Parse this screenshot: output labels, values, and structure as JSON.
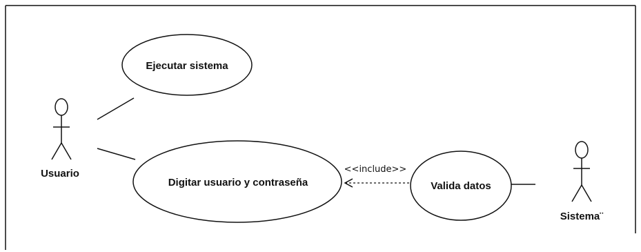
{
  "actors": {
    "usuario": {
      "label": "Usuario"
    },
    "sistema": {
      "label": "Sistema¨"
    }
  },
  "use_cases": {
    "ejecutar": {
      "label": "Ejecutar sistema"
    },
    "digitar": {
      "label": "Digitar usuario y contraseña"
    },
    "valida": {
      "label": "Valida datos"
    }
  },
  "relations": {
    "include": {
      "label": "<<include>>"
    }
  },
  "colors": {
    "stroke": "#111111",
    "background": "#ffffff"
  }
}
